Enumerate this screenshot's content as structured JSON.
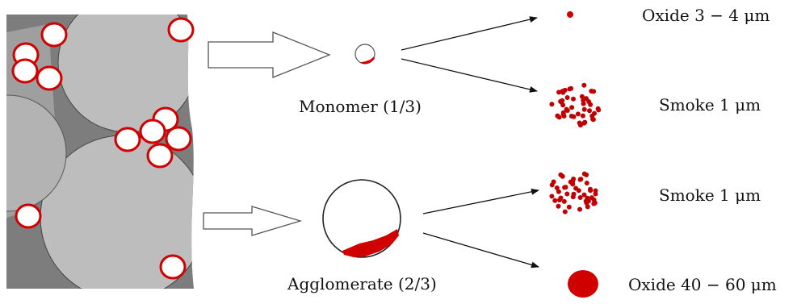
{
  "labels": {
    "monomer": "Monomer (1/3)",
    "agglomerate": "Agglomerate (2/3)",
    "oxide_small": "Oxide 3 − 4 μm",
    "smoke_top": "Smoke 1 μm",
    "smoke_bottom": "Smoke 1 μm",
    "oxide_large": "Oxide 40 − 60 μm"
  },
  "colors": {
    "particle_red": "#d10000",
    "binder_gray": "#7d7d7d",
    "grain_gray": "#bdbdbd",
    "arrow_outline": "#555555",
    "ink": "#111111"
  }
}
